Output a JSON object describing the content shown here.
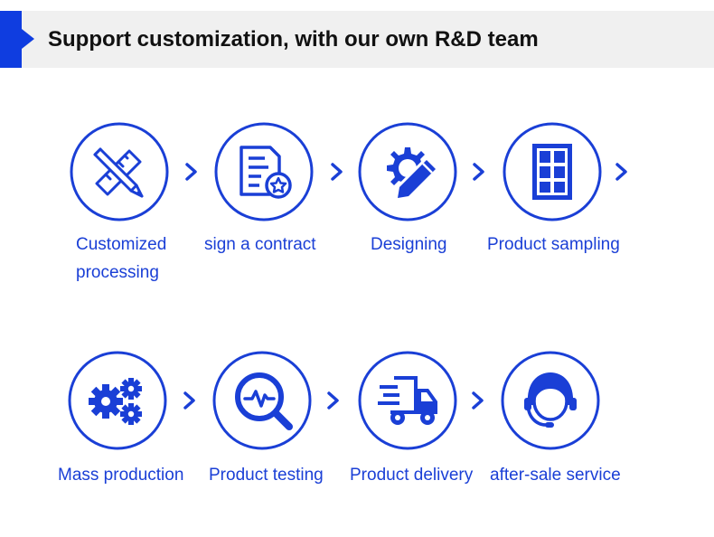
{
  "header": {
    "title": "Support customization, with our own R&D team",
    "accent_color": "#0f3de0"
  },
  "theme": {
    "primary_color": "#1a3fd6",
    "header_bg": "#f0f0f0"
  },
  "steps": [
    {
      "icon": "pencil-ruler-icon",
      "label_line1": "Customized",
      "label_line2": "processing"
    },
    {
      "icon": "contract-document-icon",
      "label": "sign a contract"
    },
    {
      "icon": "gear-pencil-icon",
      "label": "Designing"
    },
    {
      "icon": "window-frame-icon",
      "label": "Product sampling"
    },
    {
      "icon": "gears-icon",
      "label": "Mass production"
    },
    {
      "icon": "magnifier-waveform-icon",
      "label": "Product testing"
    },
    {
      "icon": "delivery-truck-icon",
      "label": "Product delivery"
    },
    {
      "icon": "headset-agent-icon",
      "label": "after-sale service"
    }
  ],
  "arrow_icon": "chevron-right-icon"
}
